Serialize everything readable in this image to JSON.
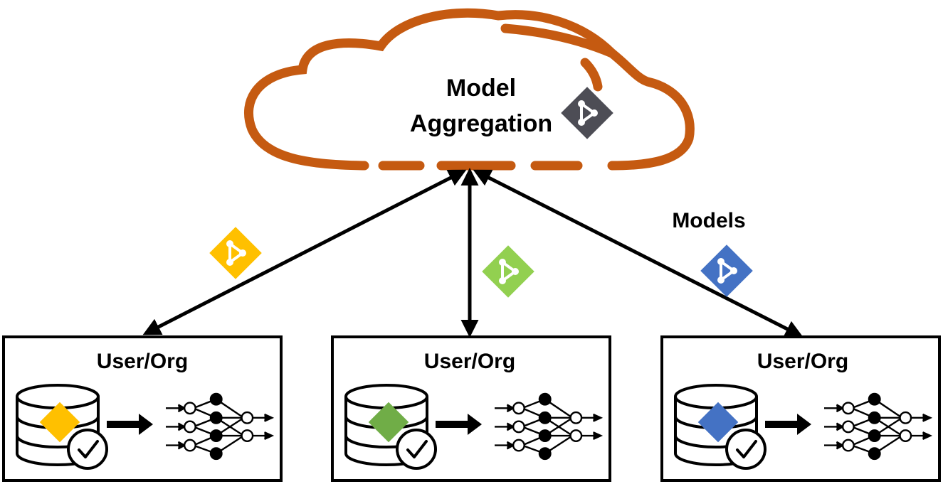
{
  "cloud": {
    "title_line1": "Model",
    "title_line2": "Aggregation",
    "color": "#C55A11",
    "model_icon_color": "#4D4D55"
  },
  "edge_label": "Models",
  "clients": [
    {
      "label": "User/Org",
      "color": "#FFC000"
    },
    {
      "label": "User/Org",
      "color": "#70AD47"
    },
    {
      "label": "User/Org",
      "color": "#4472C4"
    }
  ],
  "model_icons": [
    {
      "name": "model-icon-yellow",
      "color": "#FFC000"
    },
    {
      "name": "model-icon-green",
      "color": "#92D050"
    },
    {
      "name": "model-icon-blue",
      "color": "#4472C4"
    }
  ]
}
